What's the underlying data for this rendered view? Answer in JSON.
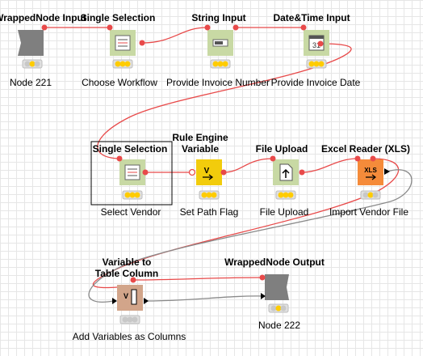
{
  "workflow": {
    "nodes": [
      {
        "id": "n221",
        "title": "WrappedNode Input",
        "label": "Node 221",
        "type": "wrapped-input",
        "icon": "wrapped-node-input-icon",
        "color": "#7f7f7f"
      },
      {
        "id": "cw",
        "title": "Single Selection",
        "label": "Choose Workflow",
        "type": "quickform",
        "icon": "single-selection-icon",
        "color": "#c8d9a4"
      },
      {
        "id": "pin",
        "title": "String Input",
        "label": "Provide Invoice Number",
        "type": "quickform",
        "icon": "string-input-icon",
        "color": "#c8d9a4"
      },
      {
        "id": "pid",
        "title": "Date&Time Input",
        "label": "Provide Invoice Date",
        "type": "quickform",
        "icon": "calendar-icon",
        "color": "#c8d9a4"
      },
      {
        "id": "sv",
        "title": "Single Selection",
        "label": "Select Vendor",
        "type": "quickform",
        "icon": "single-selection-icon",
        "color": "#c8d9a4"
      },
      {
        "id": "spf",
        "title": "Rule Engine Variable",
        "label": "Set Path Flag",
        "type": "flow-variable",
        "icon": "rule-engine-variable-icon",
        "color": "#f2cc0c"
      },
      {
        "id": "fu",
        "title": "File Upload",
        "label": "File Upload",
        "type": "quickform",
        "icon": "file-upload-icon",
        "color": "#c8d9a4"
      },
      {
        "id": "ivf",
        "title": "Excel Reader (XLS)",
        "label": "Import Vendor File",
        "type": "source",
        "icon": "excel-reader-icon",
        "color": "#f58b3a",
        "icon_text": "XLS"
      },
      {
        "id": "avc",
        "title": "Variable to Table Column",
        "label": "Add Variables as Columns",
        "type": "manipulator",
        "icon": "variable-to-table-icon",
        "color": "#d2a58a"
      },
      {
        "id": "n222",
        "title": "WrappedNode Output",
        "label": "Node 222",
        "type": "wrapped-output",
        "icon": "wrapped-node-output-icon",
        "color": "#7f7f7f"
      }
    ],
    "status_colors": {
      "ok": "#ffcc00",
      "off": "#c8c8c8"
    },
    "variable_port_color": "#e84a4a",
    "data_port_color": "#000000",
    "connection_color_variable": "#e84a4a",
    "connection_color_data": "#7f7f7f"
  }
}
